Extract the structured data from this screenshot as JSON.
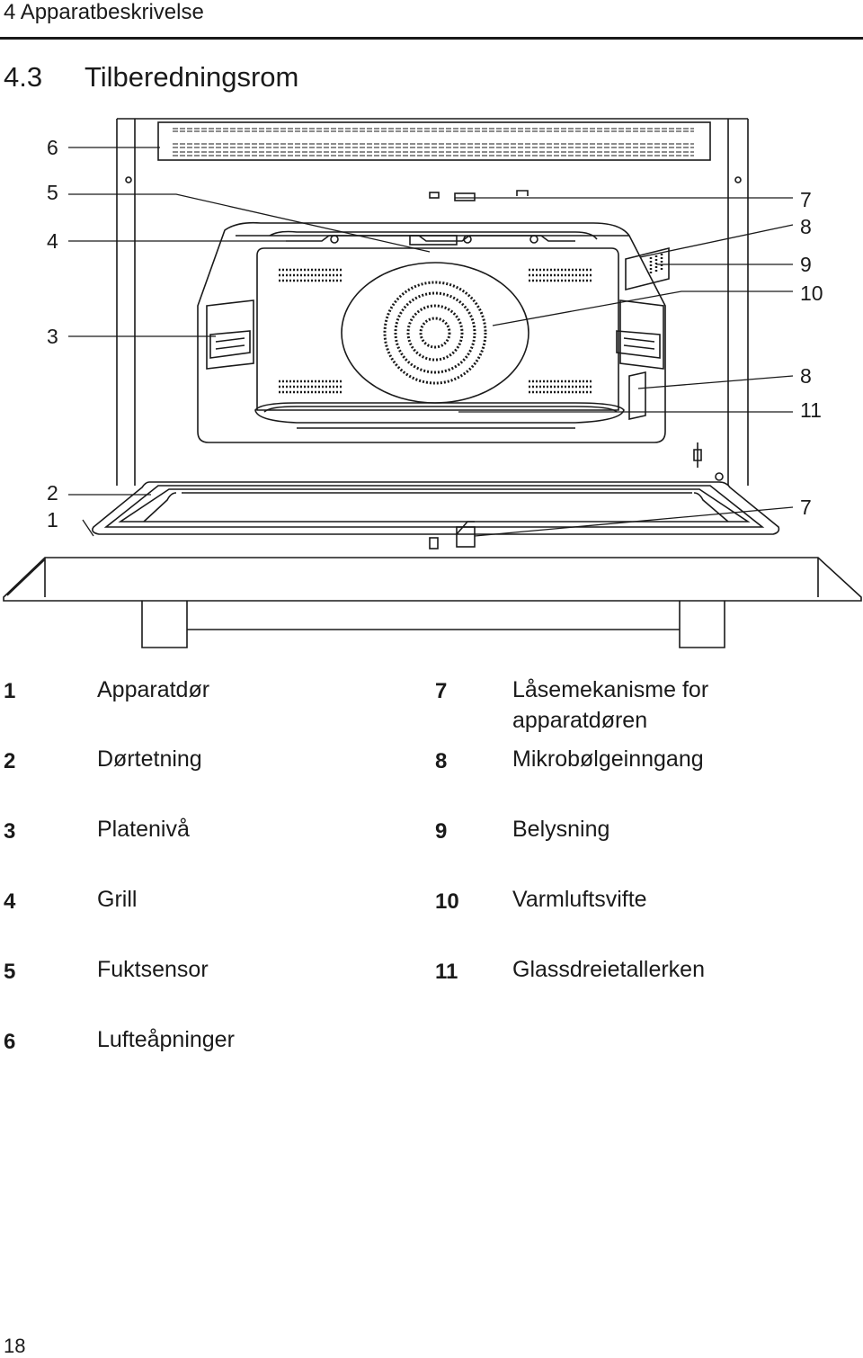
{
  "header": {
    "text": "4 Apparatbeskrivelse"
  },
  "section": {
    "number": "4.3",
    "title": "Tilberedningsrom"
  },
  "figure": {
    "callouts": {
      "c6": "6",
      "c5": "5",
      "c4": "4",
      "c3": "3",
      "c2": "2",
      "c1": "1",
      "r7a": "7",
      "r8a": "8",
      "r9": "9",
      "r10": "10",
      "r8b": "8",
      "r11": "11",
      "r7b": "7"
    }
  },
  "legend": {
    "left": [
      {
        "num": "1",
        "label": "Apparatdør"
      },
      {
        "num": "2",
        "label": "Dørtetning"
      },
      {
        "num": "3",
        "label": "Platenivå"
      },
      {
        "num": "4",
        "label": "Grill"
      },
      {
        "num": "5",
        "label": "Fuktsensor"
      },
      {
        "num": "6",
        "label": "Lufteåpninger"
      }
    ],
    "right": [
      {
        "num": "7",
        "label": "Låsemekanisme for apparatdøren"
      },
      {
        "num": "8",
        "label": "Mikrobølgeinngang"
      },
      {
        "num": "9",
        "label": "Belysning"
      },
      {
        "num": "10",
        "label": "Varmluftsvifte"
      },
      {
        "num": "11",
        "label": "Glassdreietallerken"
      }
    ]
  },
  "page_number": "18"
}
